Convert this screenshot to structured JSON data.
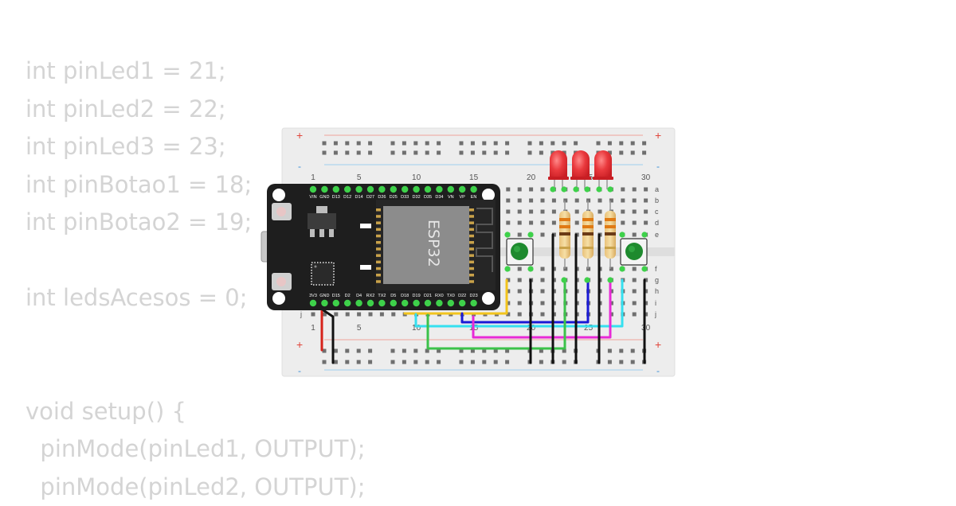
{
  "code": {
    "lines": [
      "int pinLed1 = 21;",
      "int pinLed2 = 22;",
      "int pinLed3 = 23;",
      "int pinBotao1 = 18;",
      "int pinBotao2 = 19;",
      "",
      "int ledsAcesos = 0;",
      "",
      "",
      "void setup() {",
      "  pinMode(pinLed1, OUTPUT);",
      "  pinMode(pinLed2, OUTPUT);"
    ]
  },
  "breadboard": {
    "column_numbers": [
      "1",
      "5",
      "10",
      "15",
      "20",
      "25",
      "30"
    ],
    "row_letters_top": [
      "a",
      "b",
      "c",
      "d",
      "e"
    ],
    "row_letters_bottom": [
      "f",
      "g",
      "h",
      "i",
      "j"
    ],
    "rail_plus": "+",
    "rail_minus": "-"
  },
  "esp32": {
    "chip_label": "ESP32",
    "top_pins": [
      "VIN",
      "GND",
      "D13",
      "D12",
      "D14",
      "D27",
      "D26",
      "D25",
      "D33",
      "D32",
      "D35",
      "D34",
      "VN",
      "VP",
      "EN"
    ],
    "bottom_pins": [
      "3V3",
      "GND",
      "D15",
      "D2",
      "D4",
      "RX2",
      "TX2",
      "D5",
      "D18",
      "D19",
      "D21",
      "RX0",
      "TX0",
      "D22",
      "D23"
    ]
  },
  "colors": {
    "board_black": "#1e1e1e",
    "chip_gray": "#8c8c8c",
    "led_red": "#e8363a",
    "button_green": "#1e8a2e",
    "wire_yellow": "#f2c41d",
    "wire_cyan": "#35e0f0",
    "wire_magenta": "#e82ad6",
    "wire_green": "#3cc24a",
    "wire_blue": "#1a1ad6",
    "wire_red": "#d6221a",
    "wire_black": "#111111"
  }
}
